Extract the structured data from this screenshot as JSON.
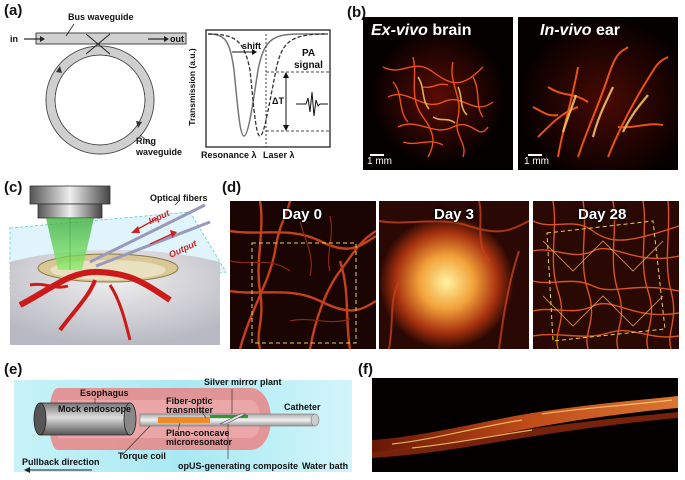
{
  "panels": {
    "a": {
      "label": "(a)",
      "bus_waveguide": "Bus waveguide",
      "in": "in",
      "out": "out",
      "ring_waveguide_line1": "Ring",
      "ring_waveguide_line2": "waveguide",
      "y_axis": "Transmission (a.u.)",
      "shift": "shift",
      "pa_signal_line1": "PA",
      "pa_signal_line2": "signal",
      "delta_t": "ΔT",
      "resonance": "Resonance λ",
      "laser": "Laser λ"
    },
    "b": {
      "label": "(b)",
      "left_title_italic": "Ex-vivo",
      "left_title_rest": " brain",
      "right_title_italic": "In-vivo",
      "right_title_rest": " ear",
      "scale_left": "1 mm",
      "scale_right": "1 mm"
    },
    "c": {
      "label": "(c)",
      "optical_fibers": "Optical fibers",
      "input": "Input",
      "output": "Output"
    },
    "d": {
      "label": "(d)",
      "day0": "Day 0",
      "day3": "Day 3",
      "day28": "Day 28"
    },
    "e": {
      "label": "(e)",
      "esophagus": "Esophagus",
      "silver_mirror": "Silver mirror plant",
      "mock_endoscope": "Mock endoscope",
      "fiber_optic_line1": "Fiber-optic",
      "fiber_optic_line2": "transmitter",
      "catheter": "Catheter",
      "plano_line1": "Plano-concave",
      "plano_line2": "microresonator",
      "torque_coil": "Torque coil",
      "pullback": "Pullback direction",
      "opus": "opUS-generating composite",
      "water_bath": "Water bath"
    },
    "f": {
      "label": "(f)"
    }
  },
  "colors": {
    "vessel": "#ff5a1a",
    "vessel_bright": "#ffd27a",
    "background_dark": "#050000",
    "water": "#bff0f7",
    "esophagus": "#e88585",
    "input_arrow": "#cc2222"
  }
}
